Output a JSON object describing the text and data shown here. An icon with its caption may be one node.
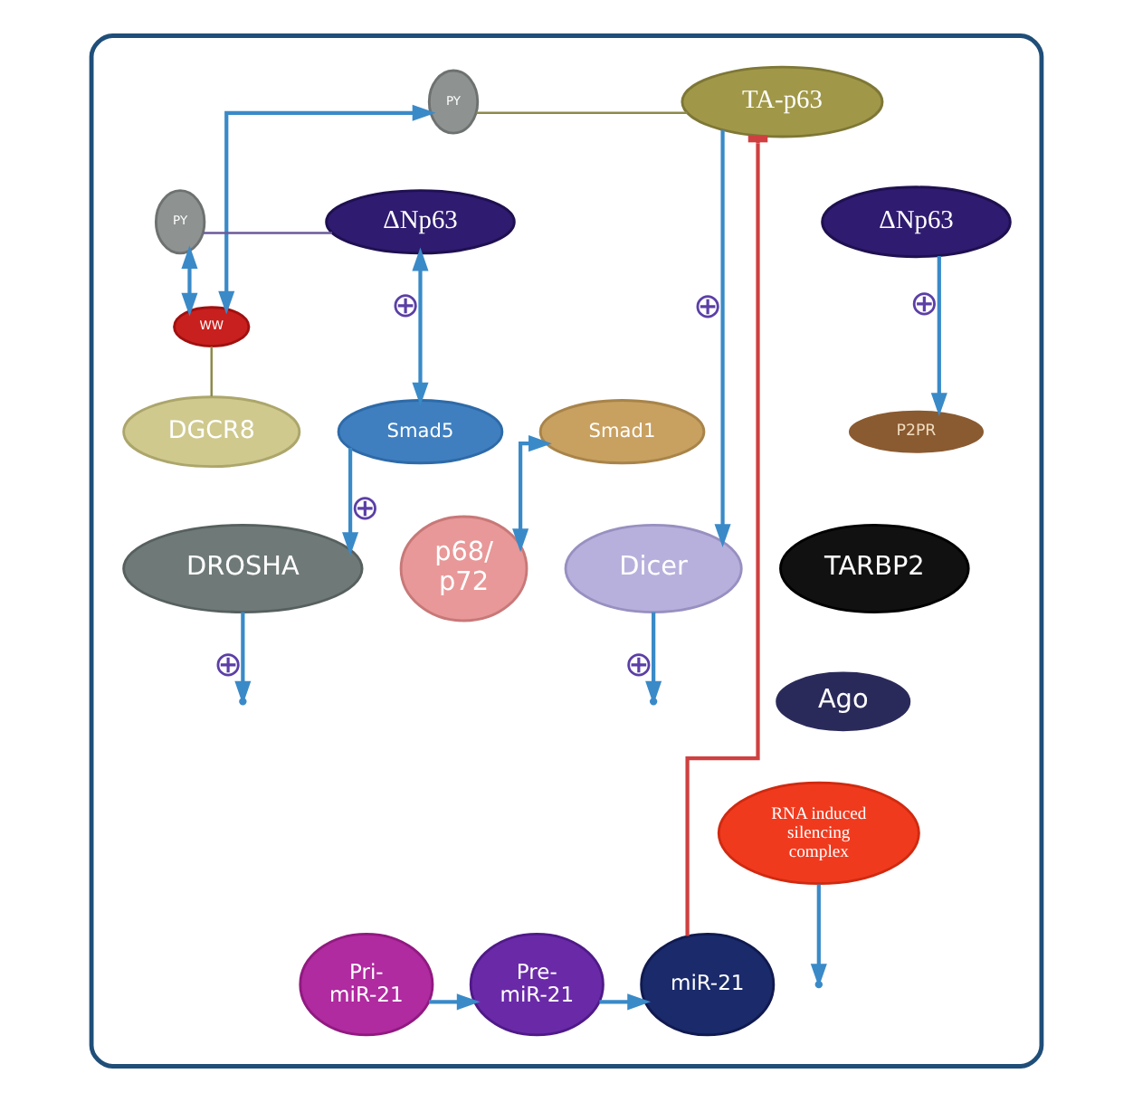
{
  "diagram": {
    "nodes": [
      {
        "text": [],
        "shape": "box"
      },
      {
        "text": [
          "PY"
        ],
        "in": 0
      },
      {
        "text": [
          "TA-p63"
        ],
        "in": 0
      },
      {
        "text": [
          "PY"
        ],
        "in": 0
      },
      {
        "text": [
          "ΔNp63"
        ],
        "in": 0
      },
      {
        "text": [
          "ΔNp63"
        ],
        "in": 0
      },
      {
        "text": [
          "Smad5"
        ],
        "in": 0
      },
      {
        "text": [
          "Smad1"
        ],
        "in": 0
      },
      {
        "text": [
          "WW"
        ],
        "in": 0
      },
      {
        "text": [
          "DGCR8"
        ],
        "in": 0
      },
      {
        "text": [
          "DROSHA"
        ],
        "in": 0
      },
      {
        "text": [
          "p68/ p72"
        ],
        "in": 0
      },
      {
        "text": [
          "P2PR"
        ],
        "in": 0
      },
      {
        "text": [
          "Dicer"
        ],
        "in": 0
      },
      {
        "text": [
          "TARBP2"
        ],
        "in": 0
      },
      {
        "text": [
          "Ago"
        ],
        "in": 0
      },
      {
        "text": [
          "RNA induced silencing complex"
        ],
        "in": 0
      },
      {
        "text": [
          "Pri- miR-21"
        ],
        "in": 0
      },
      {
        "text": [
          "Pre- miR-21"
        ],
        "in": 0
      },
      {
        "text": [
          "miR-21"
        ],
        "in": 0
      }
    ],
    "edges": [
      {
        "from": 1,
        "to": 2,
        "arrow": "none",
        "color": "#8c8a4a"
      },
      {
        "from": 3,
        "to": 4,
        "arrow": "none",
        "color": "#6a5a9a"
      },
      {
        "from": 1,
        "to": 8,
        "arrow": "both"
      },
      {
        "from": 3,
        "to": 8,
        "arrow": "both"
      },
      {
        "from": 8,
        "to": 9,
        "arrow": "none",
        "color": "#8c8a4a"
      },
      {
        "from": 4,
        "to": 6,
        "arrow": "both",
        "label": "⊕"
      },
      {
        "from": 6,
        "to": 10,
        "arrow": "to",
        "label": "⊕"
      },
      {
        "from": 7,
        "to": 11,
        "arrow": "both"
      },
      {
        "from": 10,
        "to": null,
        "arrow": "to",
        "label": "⊕"
      },
      {
        "from": 2,
        "to": 13,
        "arrow": "to",
        "label": "⊕"
      },
      {
        "from": 5,
        "to": 12,
        "arrow": "to",
        "label": "⊕"
      },
      {
        "from": 13,
        "to": null,
        "arrow": "to",
        "label": "⊕"
      },
      {
        "from": 16,
        "to": null,
        "arrow": "to"
      },
      {
        "from": 17,
        "to": 18,
        "arrow": "to"
      },
      {
        "from": 18,
        "to": 19,
        "arrow": "to"
      },
      {
        "from": 19,
        "to": 2,
        "arrow": "other",
        "color": "#d04040"
      }
    ]
  }
}
